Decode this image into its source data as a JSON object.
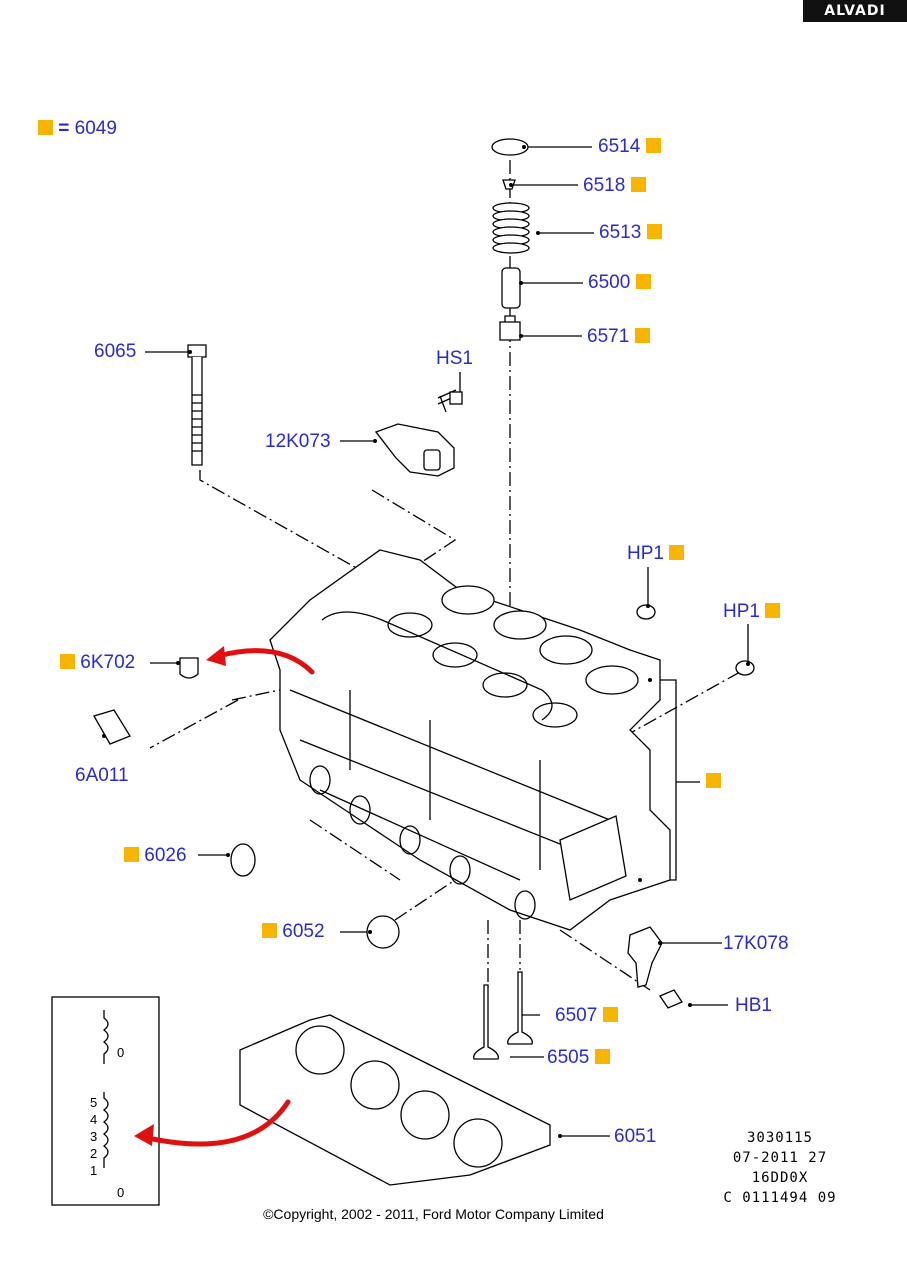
{
  "brand": "ALVADI",
  "legend": {
    "equals": "=",
    "code": "6049"
  },
  "parts": {
    "p6514": "6514",
    "p6518": "6518",
    "p6513": "6513",
    "p6500": "6500",
    "p6571": "6571",
    "p6065": "6065",
    "hs1": "HS1",
    "p12k073": "12K073",
    "hp1a": "HP1",
    "hp1b": "HP1",
    "p6k702": "6K702",
    "p6a011": "6A011",
    "p6026": "6026",
    "p6052": "6052",
    "p17k078": "17K078",
    "hb1": "HB1",
    "p6507": "6507",
    "p6505": "6505",
    "p6051": "6051"
  },
  "gasket_sequence": {
    "top": "0",
    "n5": "5",
    "n4": "4",
    "n3": "3",
    "n2": "2",
    "n1": "1",
    "bottom": "0"
  },
  "reference": [
    "3030115",
    "07-2011 27",
    "16DD0X",
    "C 0111494 09"
  ],
  "copyright": "©Copyright, 2002 - 2011, Ford Motor Company Limited",
  "colors": {
    "label": "#2a2ad4",
    "marker": "#f7b500",
    "arrow": "#e01010",
    "brand_bg": "#111111"
  }
}
